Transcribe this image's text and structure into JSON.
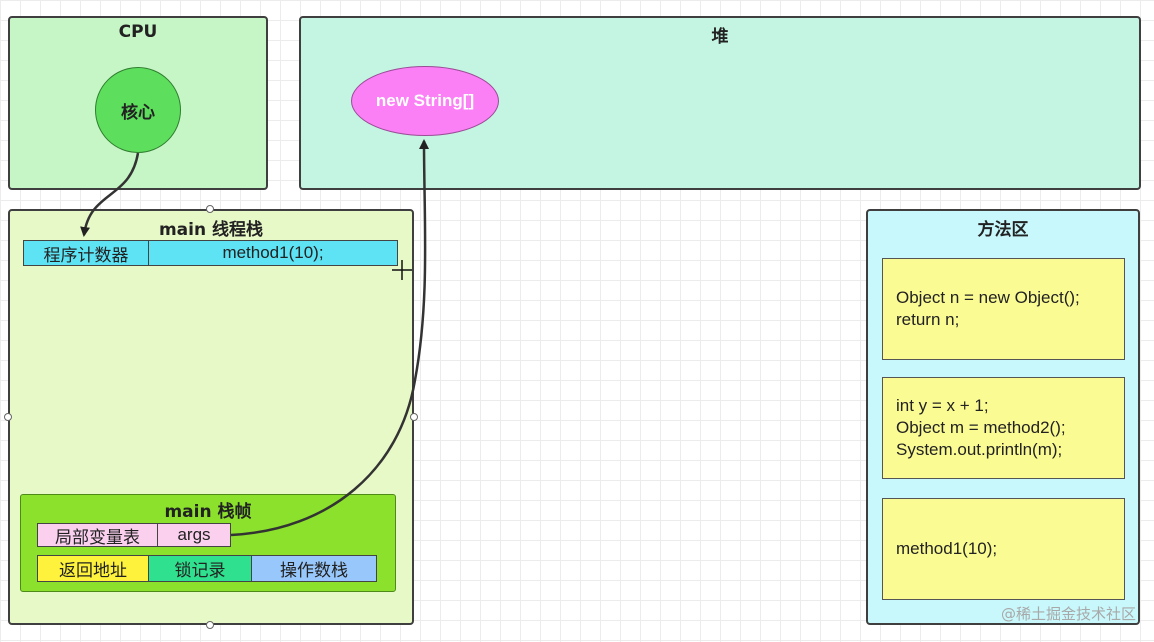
{
  "cpu": {
    "title": "CPU",
    "core_label": "核心"
  },
  "heap": {
    "title": "堆",
    "object_label": "new String[]"
  },
  "thread_stack": {
    "title": "main 线程栈",
    "program_counter": {
      "label": "程序计数器",
      "value": "method1(10);"
    },
    "frame": {
      "title": "main 栈帧",
      "locals_label": "局部变量表",
      "locals_value": "args",
      "return_address": "返回地址",
      "lock_record": "锁记录",
      "operand_stack": "操作数栈"
    }
  },
  "method_area": {
    "title": "方法区",
    "code_blocks": [
      [
        "Object n = new Object();",
        "return n;"
      ],
      [
        "int y = x + 1;",
        "Object m = method2();",
        "System.out.println(m);"
      ],
      [
        "method1(10);"
      ]
    ]
  },
  "watermark": "@稀土掘金技术社区",
  "colors": {
    "cpu_bg": "#c6f5c6",
    "heap_bg": "#c4f5e2",
    "thread_bg": "#e8f9c8",
    "method_bg": "#c8f8fc",
    "core": "#5ddf5d",
    "string_obj": "#fb7ff5",
    "pc": "#5de3f4",
    "frame": "#8be12c",
    "locals": "#fbd0ef",
    "return_address": "#fff23c",
    "lock_record": "#2fe08e",
    "operand_stack": "#98c8fb",
    "code_box": "#fbfb94"
  }
}
